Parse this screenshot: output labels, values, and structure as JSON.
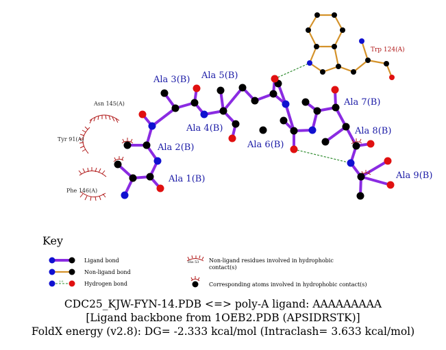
{
  "residues": [
    {
      "id": "ala1",
      "label": "Ala 1(B)"
    },
    {
      "id": "ala2",
      "label": "Ala 2(B)"
    },
    {
      "id": "ala3",
      "label": "Ala 3(B)"
    },
    {
      "id": "ala4",
      "label": "Ala 4(B)"
    },
    {
      "id": "ala5",
      "label": "Ala 5(B)"
    },
    {
      "id": "ala6",
      "label": "Ala 6(B)"
    },
    {
      "id": "ala7",
      "label": "Ala 7(B)"
    },
    {
      "id": "ala8",
      "label": "Ala 8(B)"
    },
    {
      "id": "ala9",
      "label": "Ala 9(B)"
    }
  ],
  "hydrophobic_residues": [
    {
      "id": "asn145",
      "label": "Asn 145(A)"
    },
    {
      "id": "tyr91",
      "label": "Tyr 91(A)"
    },
    {
      "id": "phe146",
      "label": "Phe 146(A)"
    }
  ],
  "non_ligand_residue": {
    "label": "Trp 124(A)"
  },
  "key": {
    "title": "Key",
    "ligand_bond": "Ligand bond",
    "non_ligand_bond": "Non-ligand bond",
    "hydrogen_bond": "Hydrogen bond",
    "hbond_length": "3.0",
    "example_residue": "His 53",
    "hydrophobic_residues_line1": "Non-ligand residues involved in hydrophobic",
    "hydrophobic_residues_line2": "contact(s)",
    "hydrophobic_atoms": "Corresponding atoms involved in hydrophobic contact(s)"
  },
  "footer": {
    "line1": "CDC25_KJW-FYN-14.PDB <=> poly-A ligand: AAAAAAAAA",
    "line2": "[Ligand backbone from 1OEB2.PDB (APSIDRSTK)]",
    "line3": "FoldX energy (v2.8): DG= -2.333 kcal/mol (Intraclash= 3.633 kcal/mol)"
  },
  "colors": {
    "ligand_bond": "#8a2be2",
    "non_ligand_bond": "#d4922a",
    "hydrogen_bond": "#2e8b2e",
    "carbon": "#000000",
    "nitrogen": "#1010d0",
    "oxygen": "#e01010",
    "hydrophobic": "#b01818",
    "residue_label": "#1a1aa6"
  }
}
